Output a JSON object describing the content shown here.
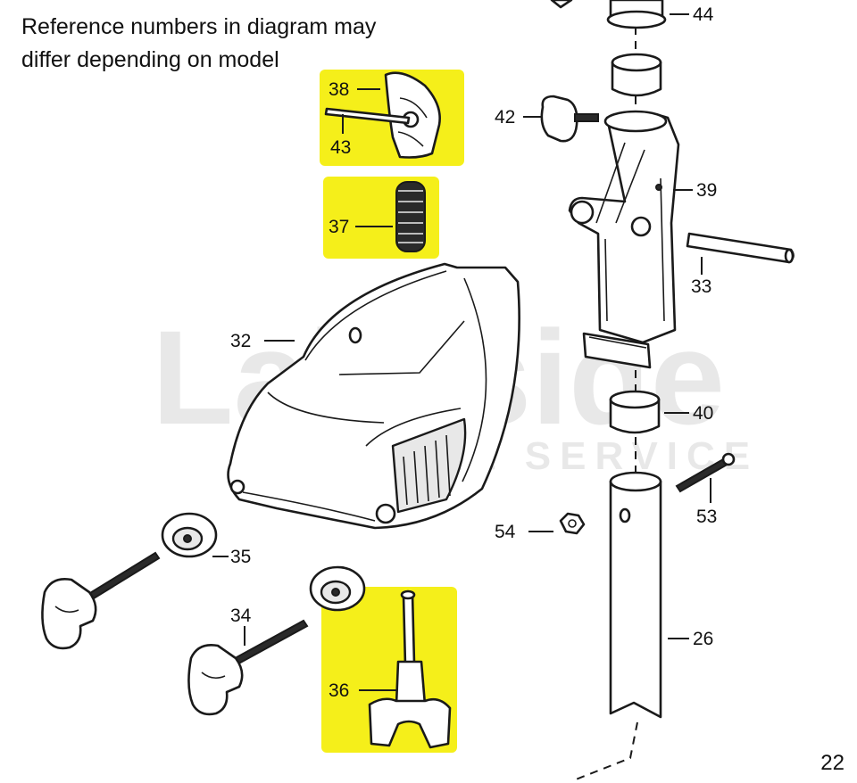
{
  "note": {
    "line1": "Reference numbers in diagram may",
    "line2": "differ depending on model"
  },
  "page_number": "22",
  "watermark": {
    "brand": "Lakeside",
    "tagline": "MARINE & SERVICE"
  },
  "highlight_color": "#f5ef1a",
  "callouts": {
    "p44": "44",
    "p38": "38",
    "p42": "42",
    "p43": "43",
    "p39": "39",
    "p37": "37",
    "p33": "33",
    "p32": "32",
    "p40": "40",
    "p53": "53",
    "p54": "54",
    "p35": "35",
    "p34": "34",
    "p26": "26",
    "p36": "36"
  }
}
